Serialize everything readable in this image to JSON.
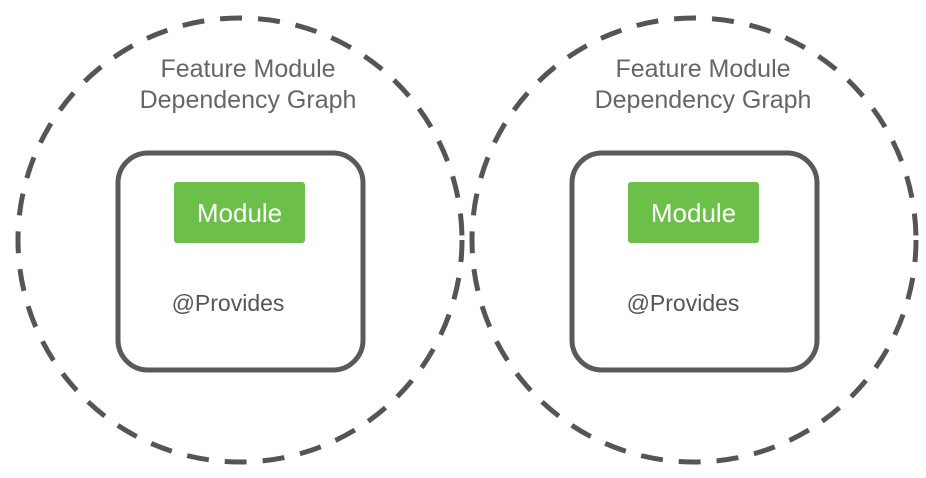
{
  "graphs": [
    {
      "title_line_1": "Feature Module",
      "title_line_2": "Dependency Graph",
      "module_label": "Module",
      "provides_label": "@Provides"
    },
    {
      "title_line_1": "Feature Module",
      "title_line_2": "Dependency Graph",
      "module_label": "Module",
      "provides_label": "@Provides"
    }
  ],
  "colors": {
    "circle_stroke": "#555555",
    "box_stroke": "#5a5a5a",
    "module_green": "#6cc04a",
    "text_gray": "#666666"
  }
}
